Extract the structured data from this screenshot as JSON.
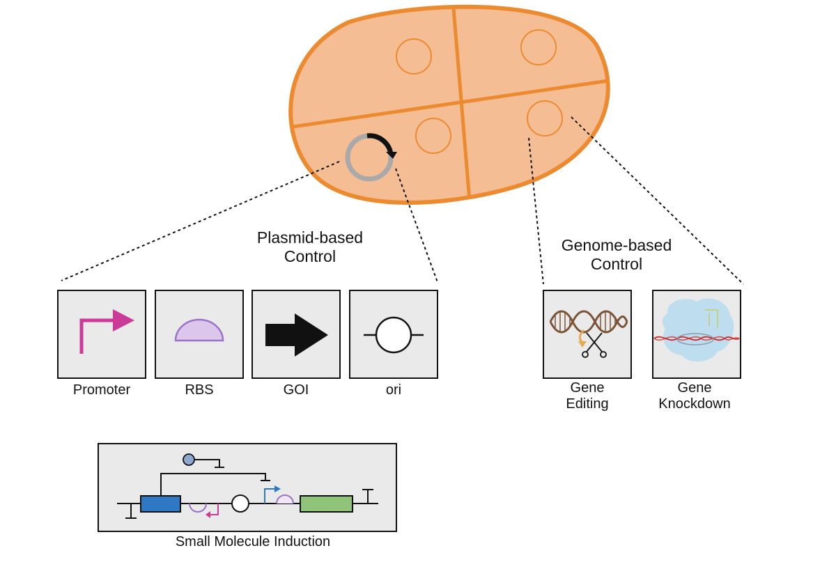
{
  "titles": {
    "plasmid_line1": "Plasmid-based",
    "plasmid_line2": "Control",
    "genome_line1": "Genome-based",
    "genome_line2": "Control"
  },
  "plasmid_parts": [
    {
      "label": "Promoter",
      "icon": "promoter-arrow"
    },
    {
      "label": "RBS",
      "icon": "rbs-semicircle"
    },
    {
      "label": "GOI",
      "icon": "gene-arrow"
    },
    {
      "label": "ori",
      "icon": "origin-circle"
    }
  ],
  "genome_methods": [
    {
      "label_line1": "Gene",
      "label_line2": "Editing",
      "icon": "dna-scissors"
    },
    {
      "label_line1": "Gene",
      "label_line2": "Knockdown",
      "icon": "dcas-complex"
    }
  ],
  "circuit": {
    "label": "Small Molecule Induction"
  },
  "colors": {
    "cell_fill": "#f5bd93",
    "cell_outline": "#ec8a30",
    "panel_fill": "#eaeaea",
    "promoter": "#cc3a97",
    "rbs_fill": "#dcc6ec",
    "rbs_stroke": "#9a72c6",
    "repressor_gene": "#2f79c4",
    "target_gene": "#8fc47a",
    "inducer": "#8fa8cf",
    "plasmid_backbone": "#a9a9a9",
    "dna_brown": "#7a5236",
    "knockdown_blob": "#b9dbee",
    "dna_red": "#d02b2b"
  }
}
